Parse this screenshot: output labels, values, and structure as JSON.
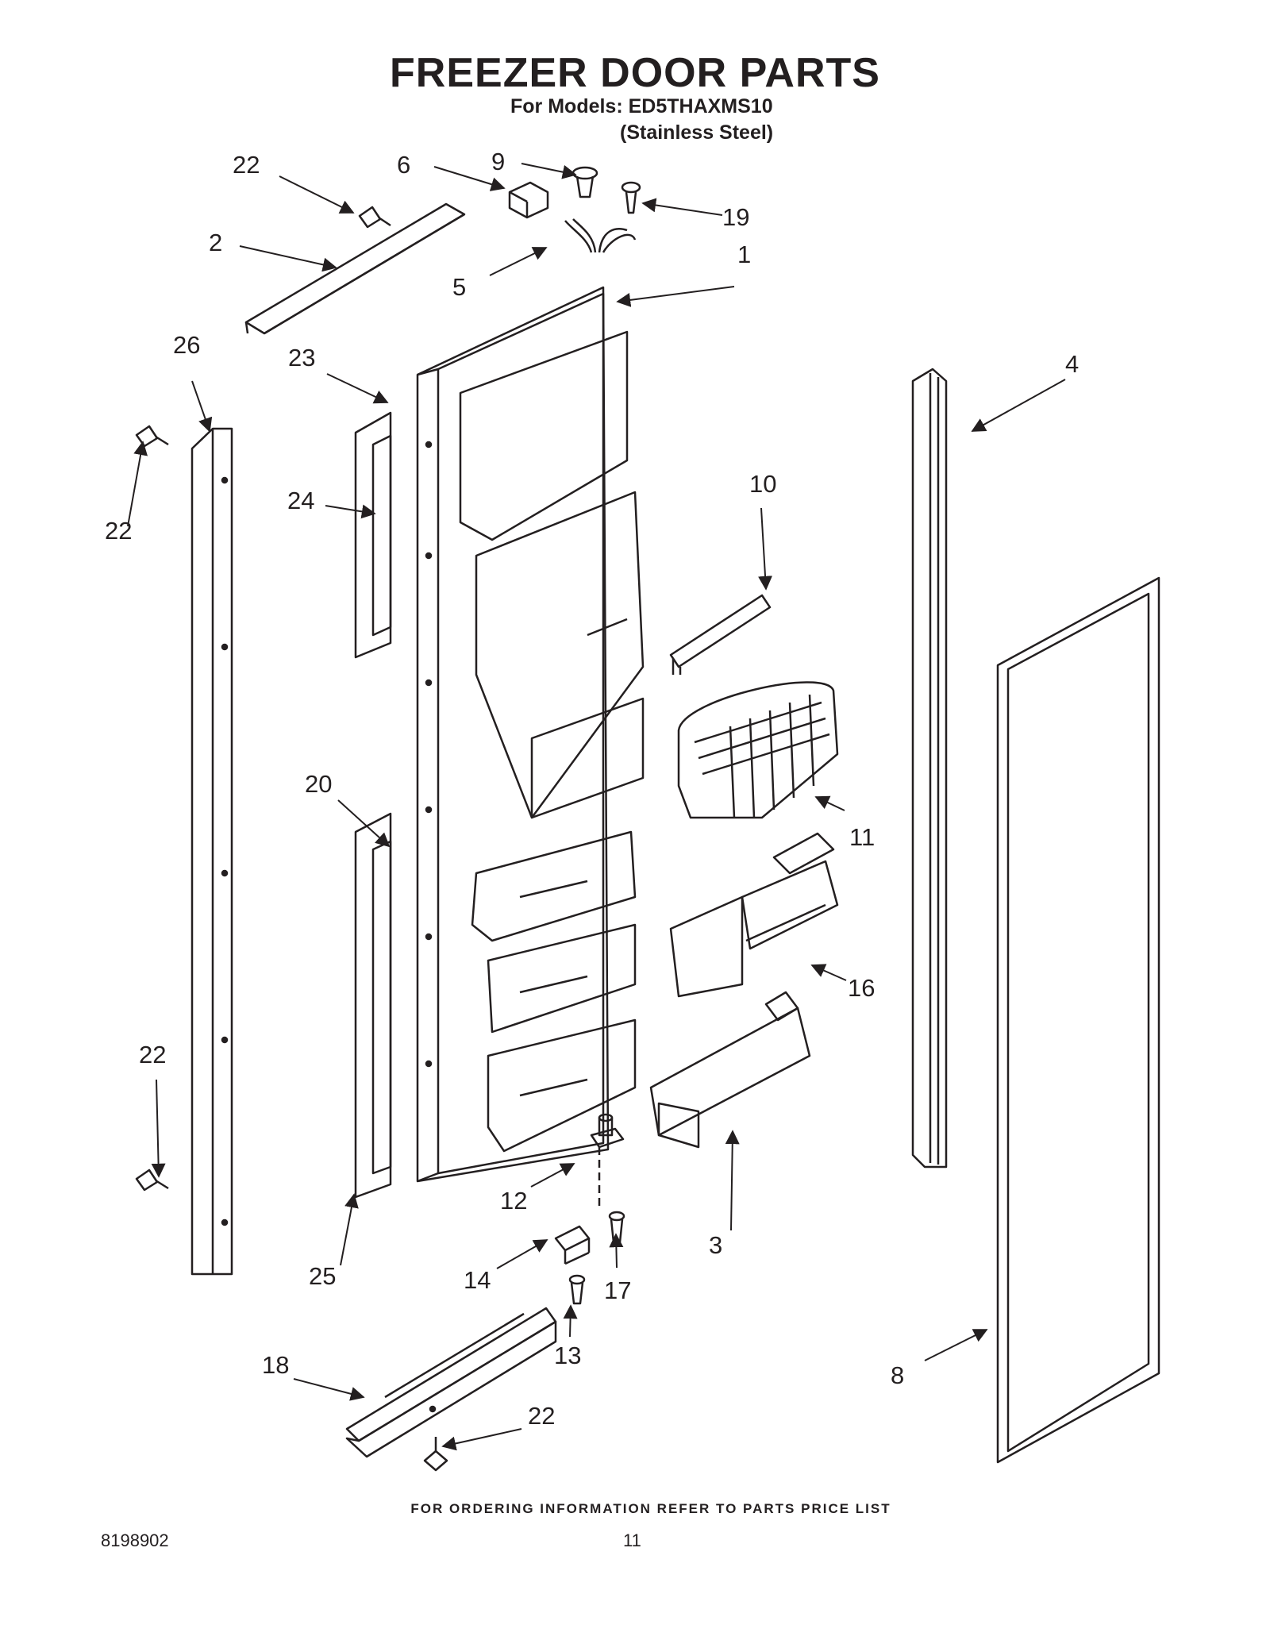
{
  "header": {
    "title": "FREEZER DOOR PARTS",
    "models_line": "For Models: ED5THAXMS10",
    "finish_line": "(Stainless Steel)"
  },
  "footer": {
    "ordering_note": "FOR ORDERING INFORMATION REFER TO PARTS PRICE LIST",
    "document_number": "8198902",
    "page_number": "11"
  },
  "callouts": {
    "c1": "1",
    "c2": "2",
    "c3": "3",
    "c4": "4",
    "c5": "5",
    "c6": "6",
    "c8": "8",
    "c9": "9",
    "c10": "10",
    "c11": "11",
    "c12": "12",
    "c13": "13",
    "c14": "14",
    "c16": "16",
    "c17": "17",
    "c18": "18",
    "c19": "19",
    "c20": "20",
    "c22a": "22",
    "c22b": "22",
    "c22c": "22",
    "c22d": "22",
    "c23": "23",
    "c24": "24",
    "c25": "25",
    "c26": "26"
  },
  "colors": {
    "ink": "#231f20",
    "paper": "#ffffff"
  }
}
